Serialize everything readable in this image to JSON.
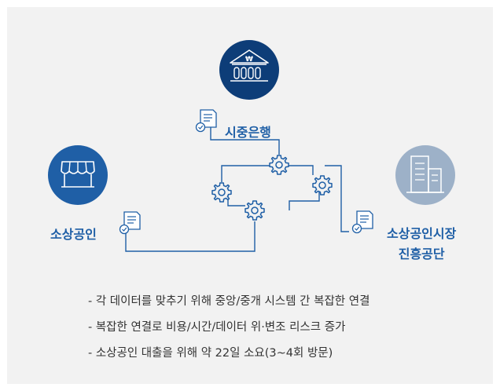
{
  "nodes": {
    "bank": {
      "label": "시중은행",
      "icon": "bank-won-icon"
    },
    "merchant": {
      "label": "소상공인",
      "icon": "storefront-icon"
    },
    "agency": {
      "label_line1": "소상공인시장",
      "label_line2": "진흥공단",
      "icon": "office-building-icon"
    }
  },
  "notes": [
    "- 각 데이터를 맞추기 위해 중앙/중개 시스템 간 복잡한 연결",
    "- 복잡한 연결로 비용/시간/데이터 위·변조 리스크 증가",
    "- 소상공인 대출을 위해 약 22일 소요(3~4회 방문)"
  ],
  "colors": {
    "primary": "#1f5fa6",
    "dark_navy": "#0d3d78",
    "muted_blue": "#9db1c8",
    "background": "#f2f2f2"
  }
}
